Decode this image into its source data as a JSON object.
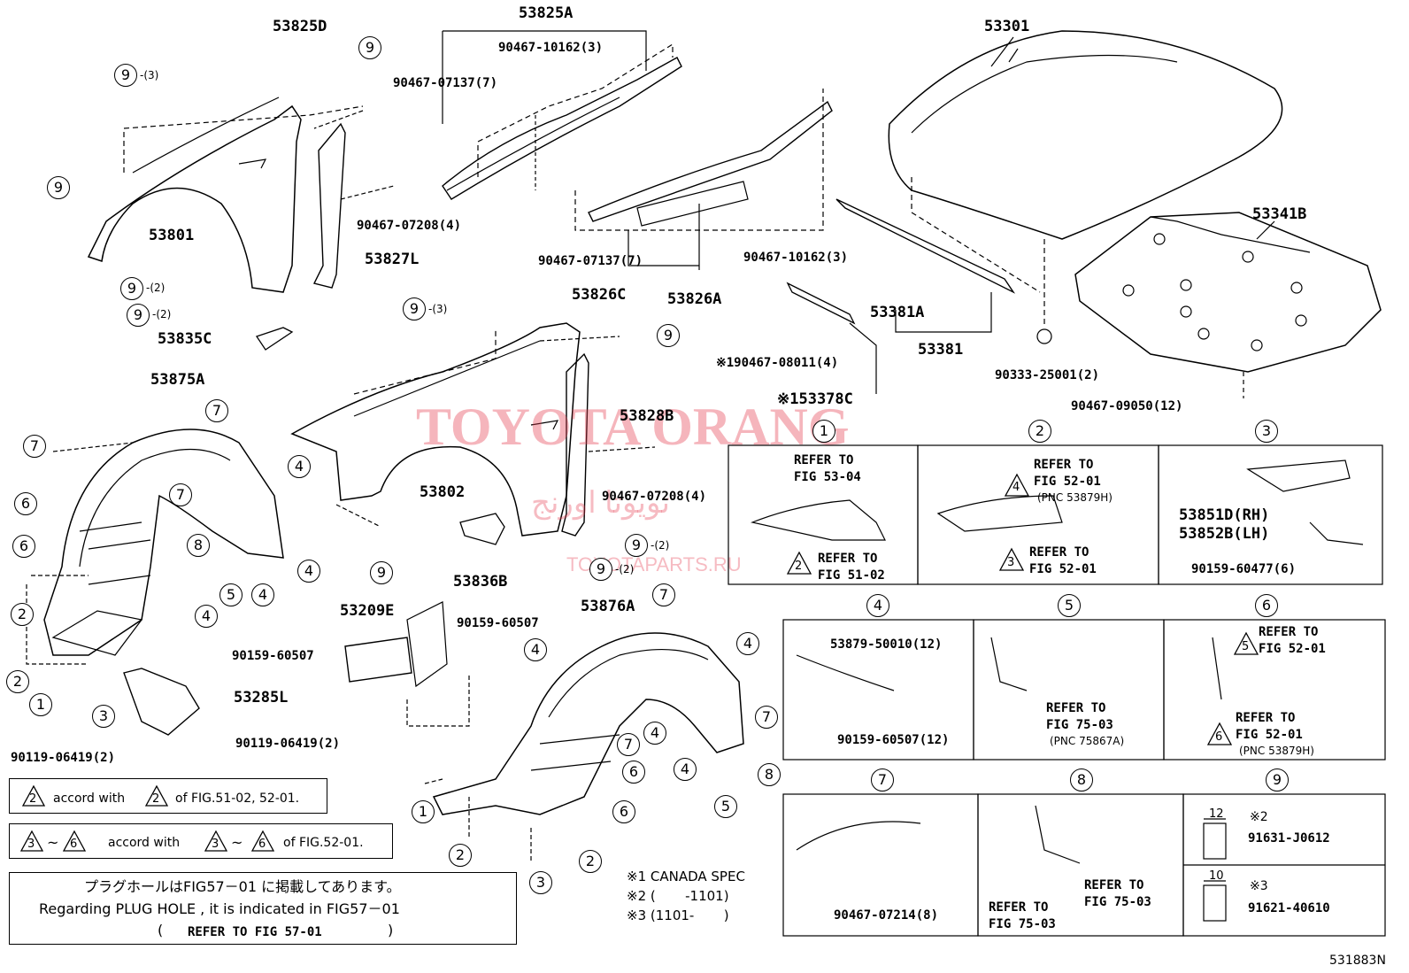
{
  "part_numbers": {
    "p53825D": "53825D",
    "p53825A": "53825A",
    "p53301": "53301",
    "p53801": "53801",
    "p53827L": "53827L",
    "p53826C": "53826C",
    "p53826A": "53826A",
    "p53341B": "53341B",
    "p53381A": "53381A",
    "p53381": "53381",
    "p53835C": "53835C",
    "p53875A": "53875A",
    "p53828B": "53828B",
    "p53802": "53802",
    "p53836B": "53836B",
    "p53209E": "53209E",
    "p53876A": "53876A",
    "p53285L": "53285L",
    "p53378C": "※153378C",
    "p90467_10162_3a": "90467-10162(3)",
    "p90467_07137_7a": "90467-07137(7)",
    "p90467_07208_4a": "90467-07208(4)",
    "p90467_07137_7b": "90467-07137(7)",
    "p90467_10162_3b": "90467-10162(3)",
    "p90467_08011_4": "※190467-08011(4)",
    "p90333_25001_2": "90333-25001(2)",
    "p90467_09050_12": "90467-09050(12)",
    "p90467_07208_4b": "90467-07208(4)",
    "p90159_60507a": "90159-60507",
    "p90159_60507b": "90159-60507",
    "p90119_06419_2a": "90119-06419(2)",
    "p90119_06419_2b": "90119-06419(2)",
    "p90159_60477_6": "90159-60477(6)",
    "p53851D": "53851D(RH)",
    "p53852B": "53852B(LH)",
    "p53879_50010": "53879-50010(12)",
    "p90159_60507_12": "90159-60507(12)",
    "p90467_07214_8": "90467-07214(8)",
    "p91631": "91631-J0612",
    "p91621": "91621-40610",
    "fig_id": "531883N"
  },
  "qty": {
    "q3": "-(3)",
    "q2": "-(2)"
  },
  "callout_numbers": [
    "1",
    "2",
    "3",
    "4",
    "5",
    "6",
    "7",
    "8",
    "9"
  ],
  "detail_boxes": {
    "b1": {
      "num": "1",
      "r1a": "REFER TO",
      "r1b": "FIG 53-04",
      "r2a": "REFER TO",
      "r2b": "FIG 51-02",
      "tri": "2"
    },
    "b2": {
      "num": "2",
      "r1a": "REFER TO",
      "r1b": "FIG 52-01",
      "r1c": "(PNC 53879H)",
      "tri1": "4",
      "r2a": "REFER TO",
      "r2b": "FIG 52-01",
      "tri2": "3"
    },
    "b3": {
      "num": "3"
    },
    "b4": {
      "num": "4"
    },
    "b5": {
      "num": "5",
      "ra": "REFER TO",
      "rb": "FIG 75-03",
      "rc": "(PNC 75867A)"
    },
    "b6": {
      "num": "6",
      "r1a": "REFER TO",
      "r1b": "FIG 52-01",
      "tri1": "5",
      "r2a": "REFER TO",
      "r2b": "FIG 52-01",
      "r2c": "(PNC 53879H)",
      "tri2": "6"
    },
    "b7": {
      "num": "7"
    },
    "b8": {
      "num": "8",
      "r1a": "REFER TO",
      "r1b": "FIG 75-03",
      "r2a": "REFER TO",
      "r2b": "FIG 75-03"
    },
    "b9": {
      "num": "9",
      "dim1": "12",
      "dim2": "10",
      "mark2": "※2",
      "mark3": "※3"
    }
  },
  "notes": {
    "n1_tri": "2",
    "n1_a": "accord with",
    "n1_b": "of FIG.51-02, 52-01.",
    "n2_tri_a": "3",
    "n2_tilde": "~",
    "n2_tri_b": "6",
    "n2_a": "accord with",
    "n2_b": "of FIG.52-01.",
    "plug_jp": "プラグホールはFIG57－01 に掲載してあります。",
    "plug_en": "Regarding  PLUG HOLE , it is  indicated  in  FIG57－01",
    "plug_ref_open": "(",
    "plug_ref": "REFER TO FIG 57-01",
    "plug_ref_close": ")"
  },
  "spec_notes": {
    "s1": "※1 CANADA SPEC",
    "s2": "※2 (       -1101)",
    "s3": "※3 (1101-       )"
  },
  "watermark": {
    "main": "TOYOTA ORANG",
    "arabic": "تويوتا اورنج",
    "site": "TOYOTAPARTS.RU"
  }
}
